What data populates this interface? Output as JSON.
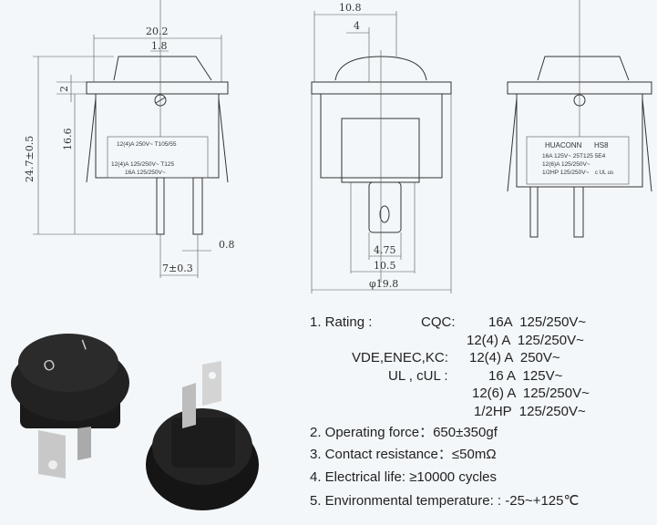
{
  "dimensions": {
    "width_top": "20.2",
    "rocker_offset": "1.8",
    "flange": "2",
    "body_height": "16.6",
    "total_height": "24.7±0.5",
    "pin_thickness": "0.8",
    "pin_spacing": "7±0.3",
    "side_width": "10.8",
    "side_inset": "4",
    "terminal_width": "4.75",
    "base_width": "10.5",
    "diameter": "φ19.8"
  },
  "front_label": {
    "line1": "12(4)A 250V~ T105/55",
    "line2": "12(4)A 125/250V~ T125",
    "line3": "16A 125/250V~"
  },
  "back_label": {
    "brand": "HUACONN",
    "model": "HS8",
    "line1": "16A 125V~  25T125 5E4",
    "line2": "12(6)A 125/250V~",
    "line3": "1/2HP 125/250V~",
    "mark": "c UL us"
  },
  "rocker_marks": {
    "on": "I",
    "off": "O"
  },
  "specs": {
    "rating_label": "1. Rating :",
    "ratings": [
      {
        "agency": "CQC:",
        "value": "16A  125/250V~"
      },
      {
        "agency": "",
        "value": "12(4) A  125/250V~"
      },
      {
        "agency": "VDE,ENEC,KC:",
        "value": "12(4) A  250V~"
      },
      {
        "agency": "UL , cUL :",
        "value": "16 A  125V~"
      },
      {
        "agency": "",
        "value": "12(6) A  125/250V~"
      },
      {
        "agency": "",
        "value": "1/2HP  125/250V~"
      }
    ],
    "operating_force": "2. Operating force：650±350gf",
    "contact_resistance": "3. Contact resistance：≤50mΩ",
    "electrical_life": "4. Electrical life: ≥10000 cycles",
    "temperature": "5. Environmental temperature: : -25~+125℃"
  }
}
